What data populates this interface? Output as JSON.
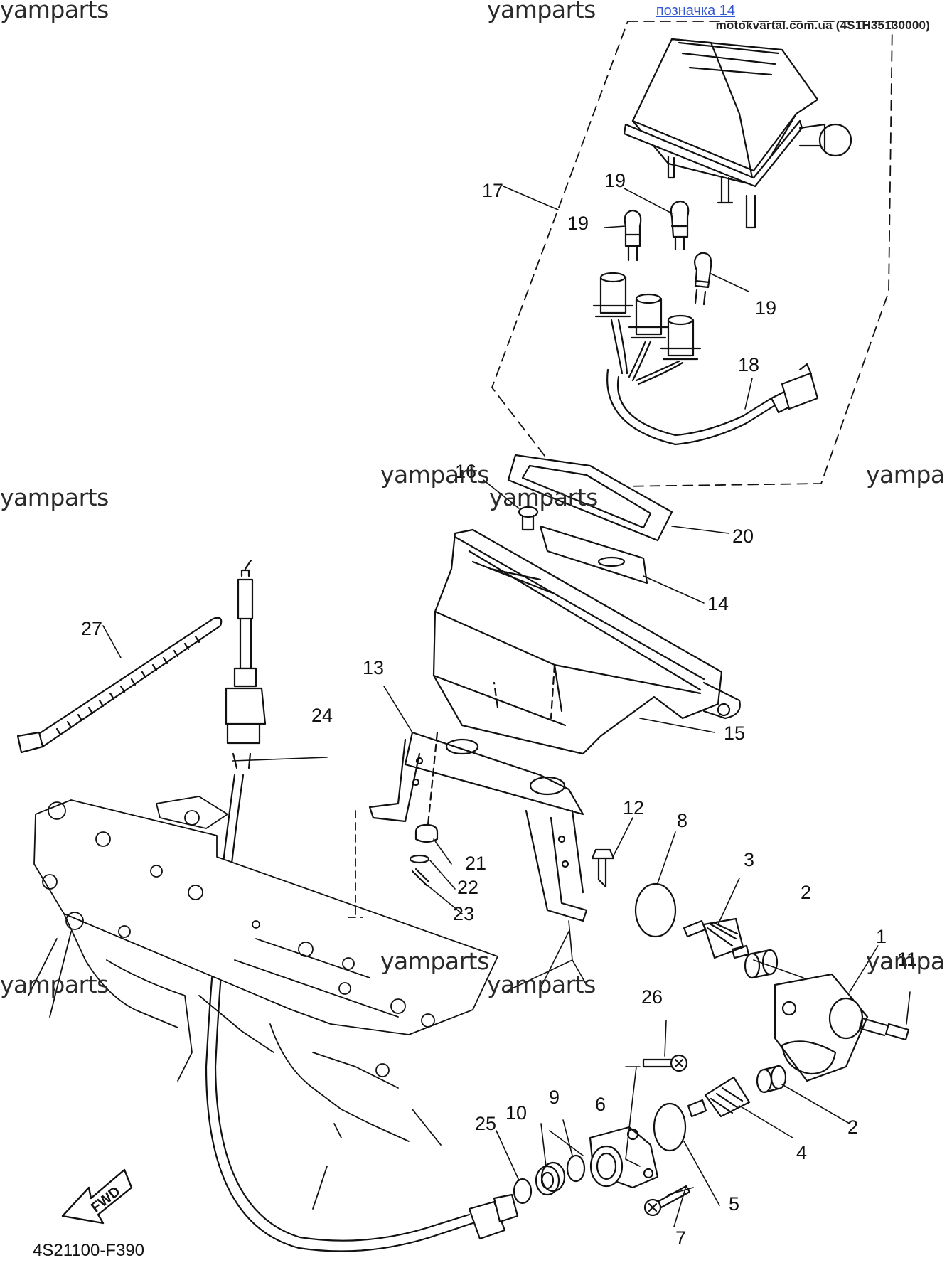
{
  "header": {
    "ref_label": "позначка 14",
    "site": "motokvartal.com.ua (4S1H35130000)"
  },
  "watermark_text": "yamparts",
  "watermark_partial": "yampa",
  "diagram_code": "4S21100-F390",
  "fwd_label": "FWD",
  "parts": [
    {
      "label": "1"
    },
    {
      "label": "2"
    },
    {
      "label": "2"
    },
    {
      "label": "3"
    },
    {
      "label": "4"
    },
    {
      "label": "5"
    },
    {
      "label": "6"
    },
    {
      "label": "7"
    },
    {
      "label": "8"
    },
    {
      "label": "9"
    },
    {
      "label": "10"
    },
    {
      "label": "11"
    },
    {
      "label": "12"
    },
    {
      "label": "13"
    },
    {
      "label": "14"
    },
    {
      "label": "15"
    },
    {
      "label": "16"
    },
    {
      "label": "17"
    },
    {
      "label": "18"
    },
    {
      "label": "19"
    },
    {
      "label": "19"
    },
    {
      "label": "19"
    },
    {
      "label": "20"
    },
    {
      "label": "21"
    },
    {
      "label": "22"
    },
    {
      "label": "23"
    },
    {
      "label": "24"
    },
    {
      "label": "25"
    },
    {
      "label": "26"
    },
    {
      "label": "27"
    }
  ]
}
